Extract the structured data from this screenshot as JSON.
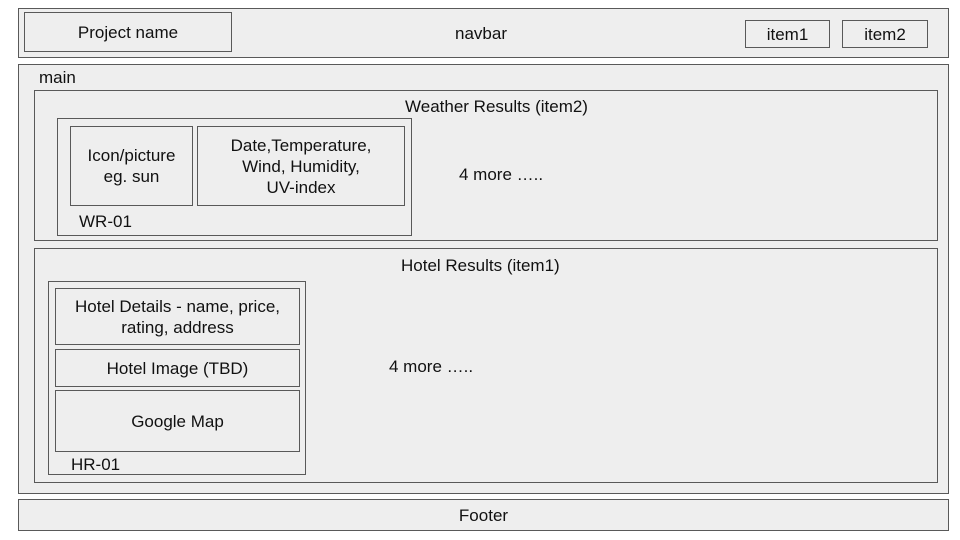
{
  "navbar": {
    "project_name": "Project name",
    "label": "navbar",
    "items": [
      "item1",
      "item2"
    ]
  },
  "main": {
    "label": "main",
    "weather": {
      "title": "Weather Results (item2)",
      "card_label": "WR-01",
      "icon_text": "Icon/picture\neg. sun",
      "details_text": "Date,Temperature,\nWind, Humidity,\nUV-index",
      "more": "4 more ….."
    },
    "hotel": {
      "title": "Hotel Results (item1)",
      "card_label": "HR-01",
      "details_text": "Hotel Details - name, price,\nrating, address",
      "image_text": "Hotel Image (TBD)",
      "map_text": "Google Map",
      "more": "4 more ….."
    }
  },
  "footer": {
    "label": "Footer"
  }
}
